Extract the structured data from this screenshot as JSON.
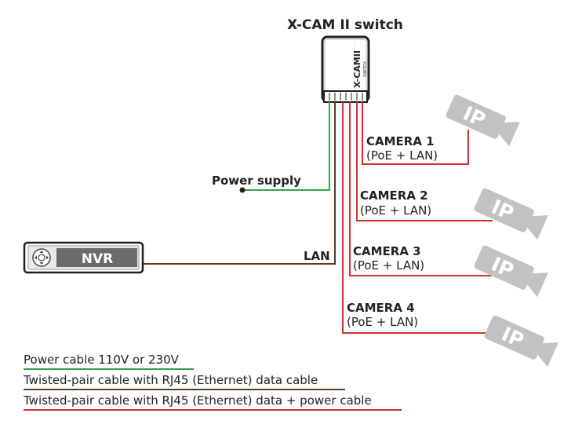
{
  "switch": {
    "title": "X-CAM II switch",
    "brand": "X-CAMII",
    "sub_label": "SWITCH"
  },
  "power_supply": {
    "label": "Power supply"
  },
  "nvr": {
    "label": "NVR"
  },
  "lan": {
    "label": "LAN"
  },
  "cameras": [
    {
      "name": "CAMERA 1",
      "desc": "(PoE + LAN)",
      "icon_label": "IP"
    },
    {
      "name": "CAMERA 2",
      "desc": "(PoE + LAN)",
      "icon_label": "IP"
    },
    {
      "name": "CAMERA 3",
      "desc": "(PoE + LAN)",
      "icon_label": "IP"
    },
    {
      "name": "CAMERA 4",
      "desc": "(PoE + LAN)",
      "icon_label": "IP"
    }
  ],
  "legend": [
    {
      "label": "Power cable 110V or 230V",
      "color": "#3aa14a"
    },
    {
      "label": "Twisted-pair cable with RJ45 (Ethernet) data cable",
      "color": "#5a3a22"
    },
    {
      "label": "Twisted-pair cable with RJ45 (Ethernet) data + power cable",
      "color": "#d32f2f"
    }
  ],
  "colors": {
    "power": "#3aa14a",
    "data": "#5a3a22",
    "poe": "#d32f2f",
    "camera": "#c2c2c2",
    "device_dark": "#1f1f1f"
  }
}
